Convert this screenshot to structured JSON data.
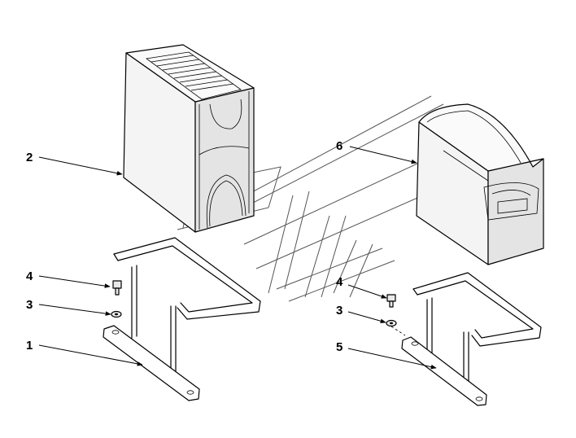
{
  "colors": {
    "line": "#000000",
    "body_fill": "#f0f0f0",
    "shade_fill": "#d9d9d9",
    "watermark": "#555555"
  },
  "callouts": {
    "label_2_left": "2",
    "label_4_left": "4",
    "label_3_left": "3",
    "label_1_left": "1",
    "label_6_right": "6",
    "label_4_right": "4",
    "label_3_right": "3",
    "label_5_right": "5"
  }
}
